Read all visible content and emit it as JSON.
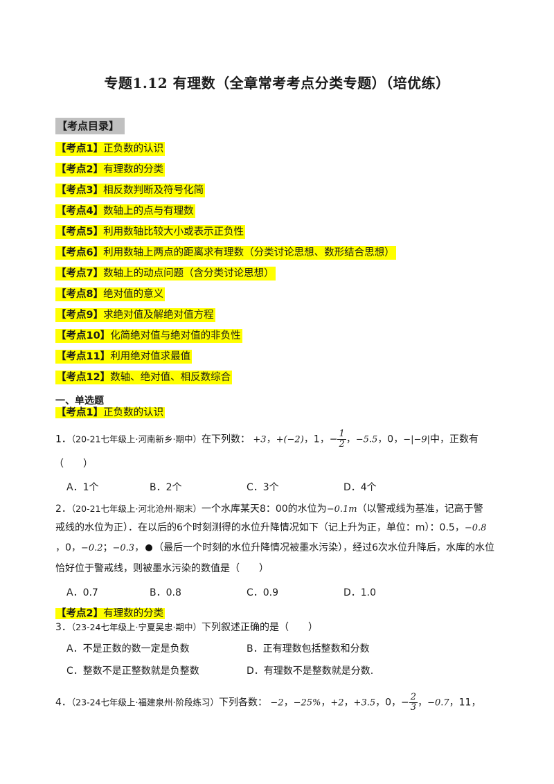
{
  "title": "专题1.12 有理数（全章常考考点分类专题）（培优练）",
  "toc_heading": "【考点目录】",
  "toc": [
    {
      "tag": "【考点1】",
      "text": "正负数的认识"
    },
    {
      "tag": "【考点2】",
      "text": "有理数的分类"
    },
    {
      "tag": "【考点3】",
      "text": "相反数判断及符号化简"
    },
    {
      "tag": "【考点4】",
      "text": "数轴上的点与有理数"
    },
    {
      "tag": "【考点5】",
      "text": "利用数轴比较大小或表示正负性"
    },
    {
      "tag": "【考点6】",
      "text": "利用数轴上两点的距离求有理数（分类讨论思想、数形结合思想）"
    },
    {
      "tag": "【考点7】",
      "text": "数轴上的动点问题（含分类讨论思想）"
    },
    {
      "tag": "【考点8】",
      "text": "绝对值的意义"
    },
    {
      "tag": "【考点9】",
      "text": "求绝对值及解绝对值方程"
    },
    {
      "tag": "【考点10】",
      "text": "化简绝对值与绝对值的非负性"
    },
    {
      "tag": "【考点11】",
      "text": "利用绝对值求最值"
    },
    {
      "tag": "【考点12】",
      "text": "数轴、绝对值、相反数综合"
    }
  ],
  "section": "一、单选题",
  "kd1": {
    "tag": "【考点1】",
    "text": "正负数的认识"
  },
  "q1": {
    "num": "1．",
    "source": "（20-21七年级上·河南新乡·期中）",
    "lead": "在下列数：",
    "a": "+3",
    "b": "+(−2)",
    "c": "1",
    "frac_num": "1",
    "frac_den": "2",
    "d": "−5.5",
    "e": "0",
    "f": "−|−9|",
    "tail": "中，正数有",
    "paren": "（　　）",
    "options": [
      "A．1个",
      "B．2个",
      "C．3个",
      "D．4个"
    ]
  },
  "q2": {
    "num": "2．",
    "source": "（20-21七年级上·河北沧州·期末）",
    "l1a": "一个水库某天8：00的水位为",
    "level": "−0.1m",
    "l1b": "（以警戒线为基准，记高于警",
    "l2a": "戒线的水位为正）．在以后的6个时刻测得的水位升降情况如下（记上升为正，单位：m）：0.5，",
    "v1": "−0.8",
    "l3a": "，0，",
    "v2": "−0.2",
    "l3b": "；",
    "v3": "−0.3",
    "l3c": "（最后一个时刻的水位升降情况被墨水污染），经过6次水位升降后，水库的水位",
    "l4": "恰好位于警戒线，则被墨水污染的数值是（　　）",
    "options": [
      "A．0.7",
      "B．0.8",
      "C．0.9",
      "D．1.0"
    ]
  },
  "kd2": {
    "tag": "【考点2】",
    "text": "有理数的分类"
  },
  "q3": {
    "num": "3．",
    "source": "（23-24七年级上·宁夏吴忠·期中）",
    "text": "下列叙述正确的是（　　）",
    "options": [
      "A．不是正数的数一定是负数",
      "B．正有理数包括整数和分数",
      "C．整数不是正整数就是负整数",
      "D．有理数不是整数就是分数."
    ]
  },
  "q4": {
    "num": "4．",
    "source": "（23-24七年级上·福建泉州·阶段练习）",
    "lead": "下列各数：",
    "a": "−2",
    "b": "−25%",
    "c": "+2",
    "d": "+3.5",
    "e": "0",
    "frac_num": "2",
    "frac_den": "3",
    "f": "−0.7",
    "g": "11"
  }
}
